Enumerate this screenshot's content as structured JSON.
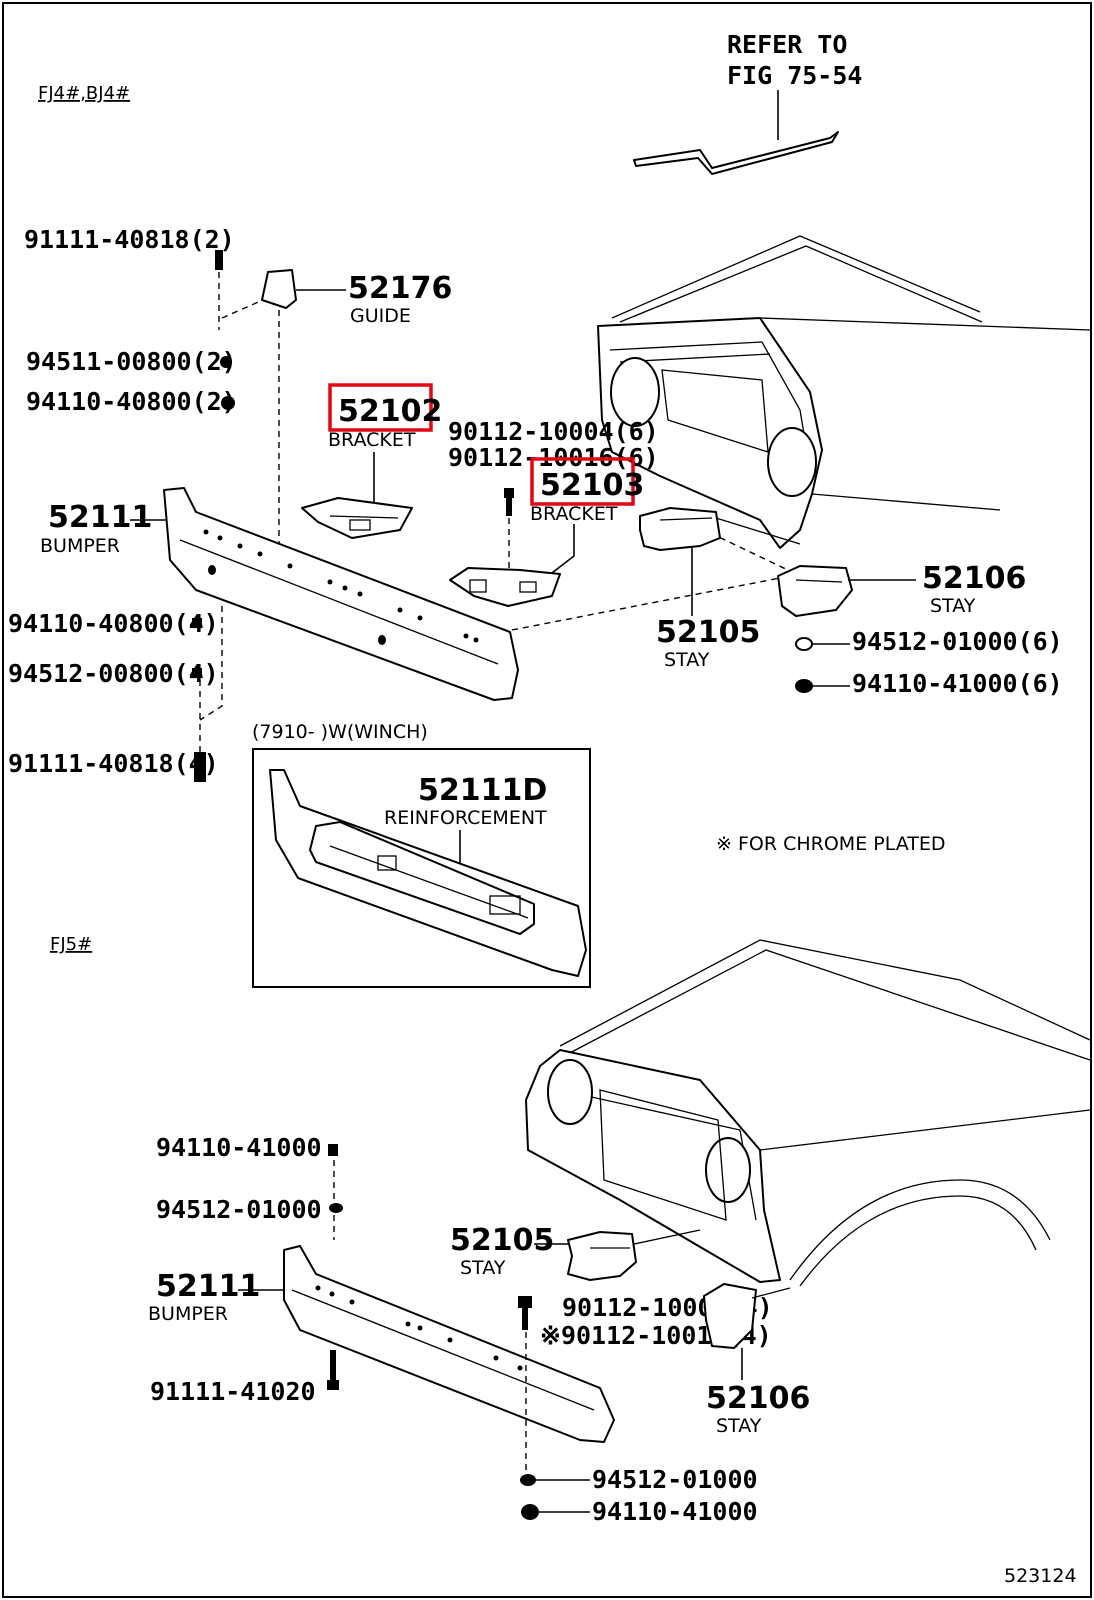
{
  "sections": {
    "top_variant": "FJ4#,BJ4#",
    "bottom_variant": "FJ5#",
    "inset": "(7910-      )W(WINCH)"
  },
  "refer": {
    "line1": "REFER TO",
    "line2": "FIG 75-54"
  },
  "top": {
    "bolt_a": "91111-40818(2)",
    "guide_no": "52176",
    "guide_name": "GUIDE",
    "washer_a": "94511-00800(2)",
    "nut_a": "94110-40800(2)",
    "bracket_l_no": "52102",
    "bracket_l_name": "BRACKET",
    "bolt_b1": "90112-10004(6)",
    "bolt_b2": "90112-10016(6)",
    "bracket_r_no": "52103",
    "bracket_r_name": "BRACKET",
    "bumper_no": "52111",
    "bumper_name": "BUMPER",
    "stay_a_no": "52106",
    "stay_a_name": "STAY",
    "stay_b_no": "52105",
    "stay_b_name": "STAY",
    "washer_b": "94512-01000(6)",
    "nut_b": "94110-41000(6)",
    "nut_c": "94110-40800(4)",
    "washer_c": "94512-00800(4)",
    "bolt_c": "91111-40818(4)"
  },
  "inset_part": {
    "no": "52111D",
    "name": "REINFORCEMENT"
  },
  "note": "※ FOR CHROME PLATED",
  "bottom": {
    "nut_a": "94110-41000",
    "washer_a": "94512-01000",
    "bumper_no": "52111",
    "bumper_name": "BUMPER",
    "bolt_a": "91111-41020",
    "stay_a_no": "52105",
    "stay_a_name": "STAY",
    "bolt_b1": "90112-10004(4)",
    "bolt_b2": "※90112-10016(4)",
    "stay_b_no": "52106",
    "stay_b_name": "STAY",
    "washer_b": "94512-01000",
    "nut_b": "94110-41000"
  },
  "figure_no": "523124",
  "highlight_color": "#e30613"
}
